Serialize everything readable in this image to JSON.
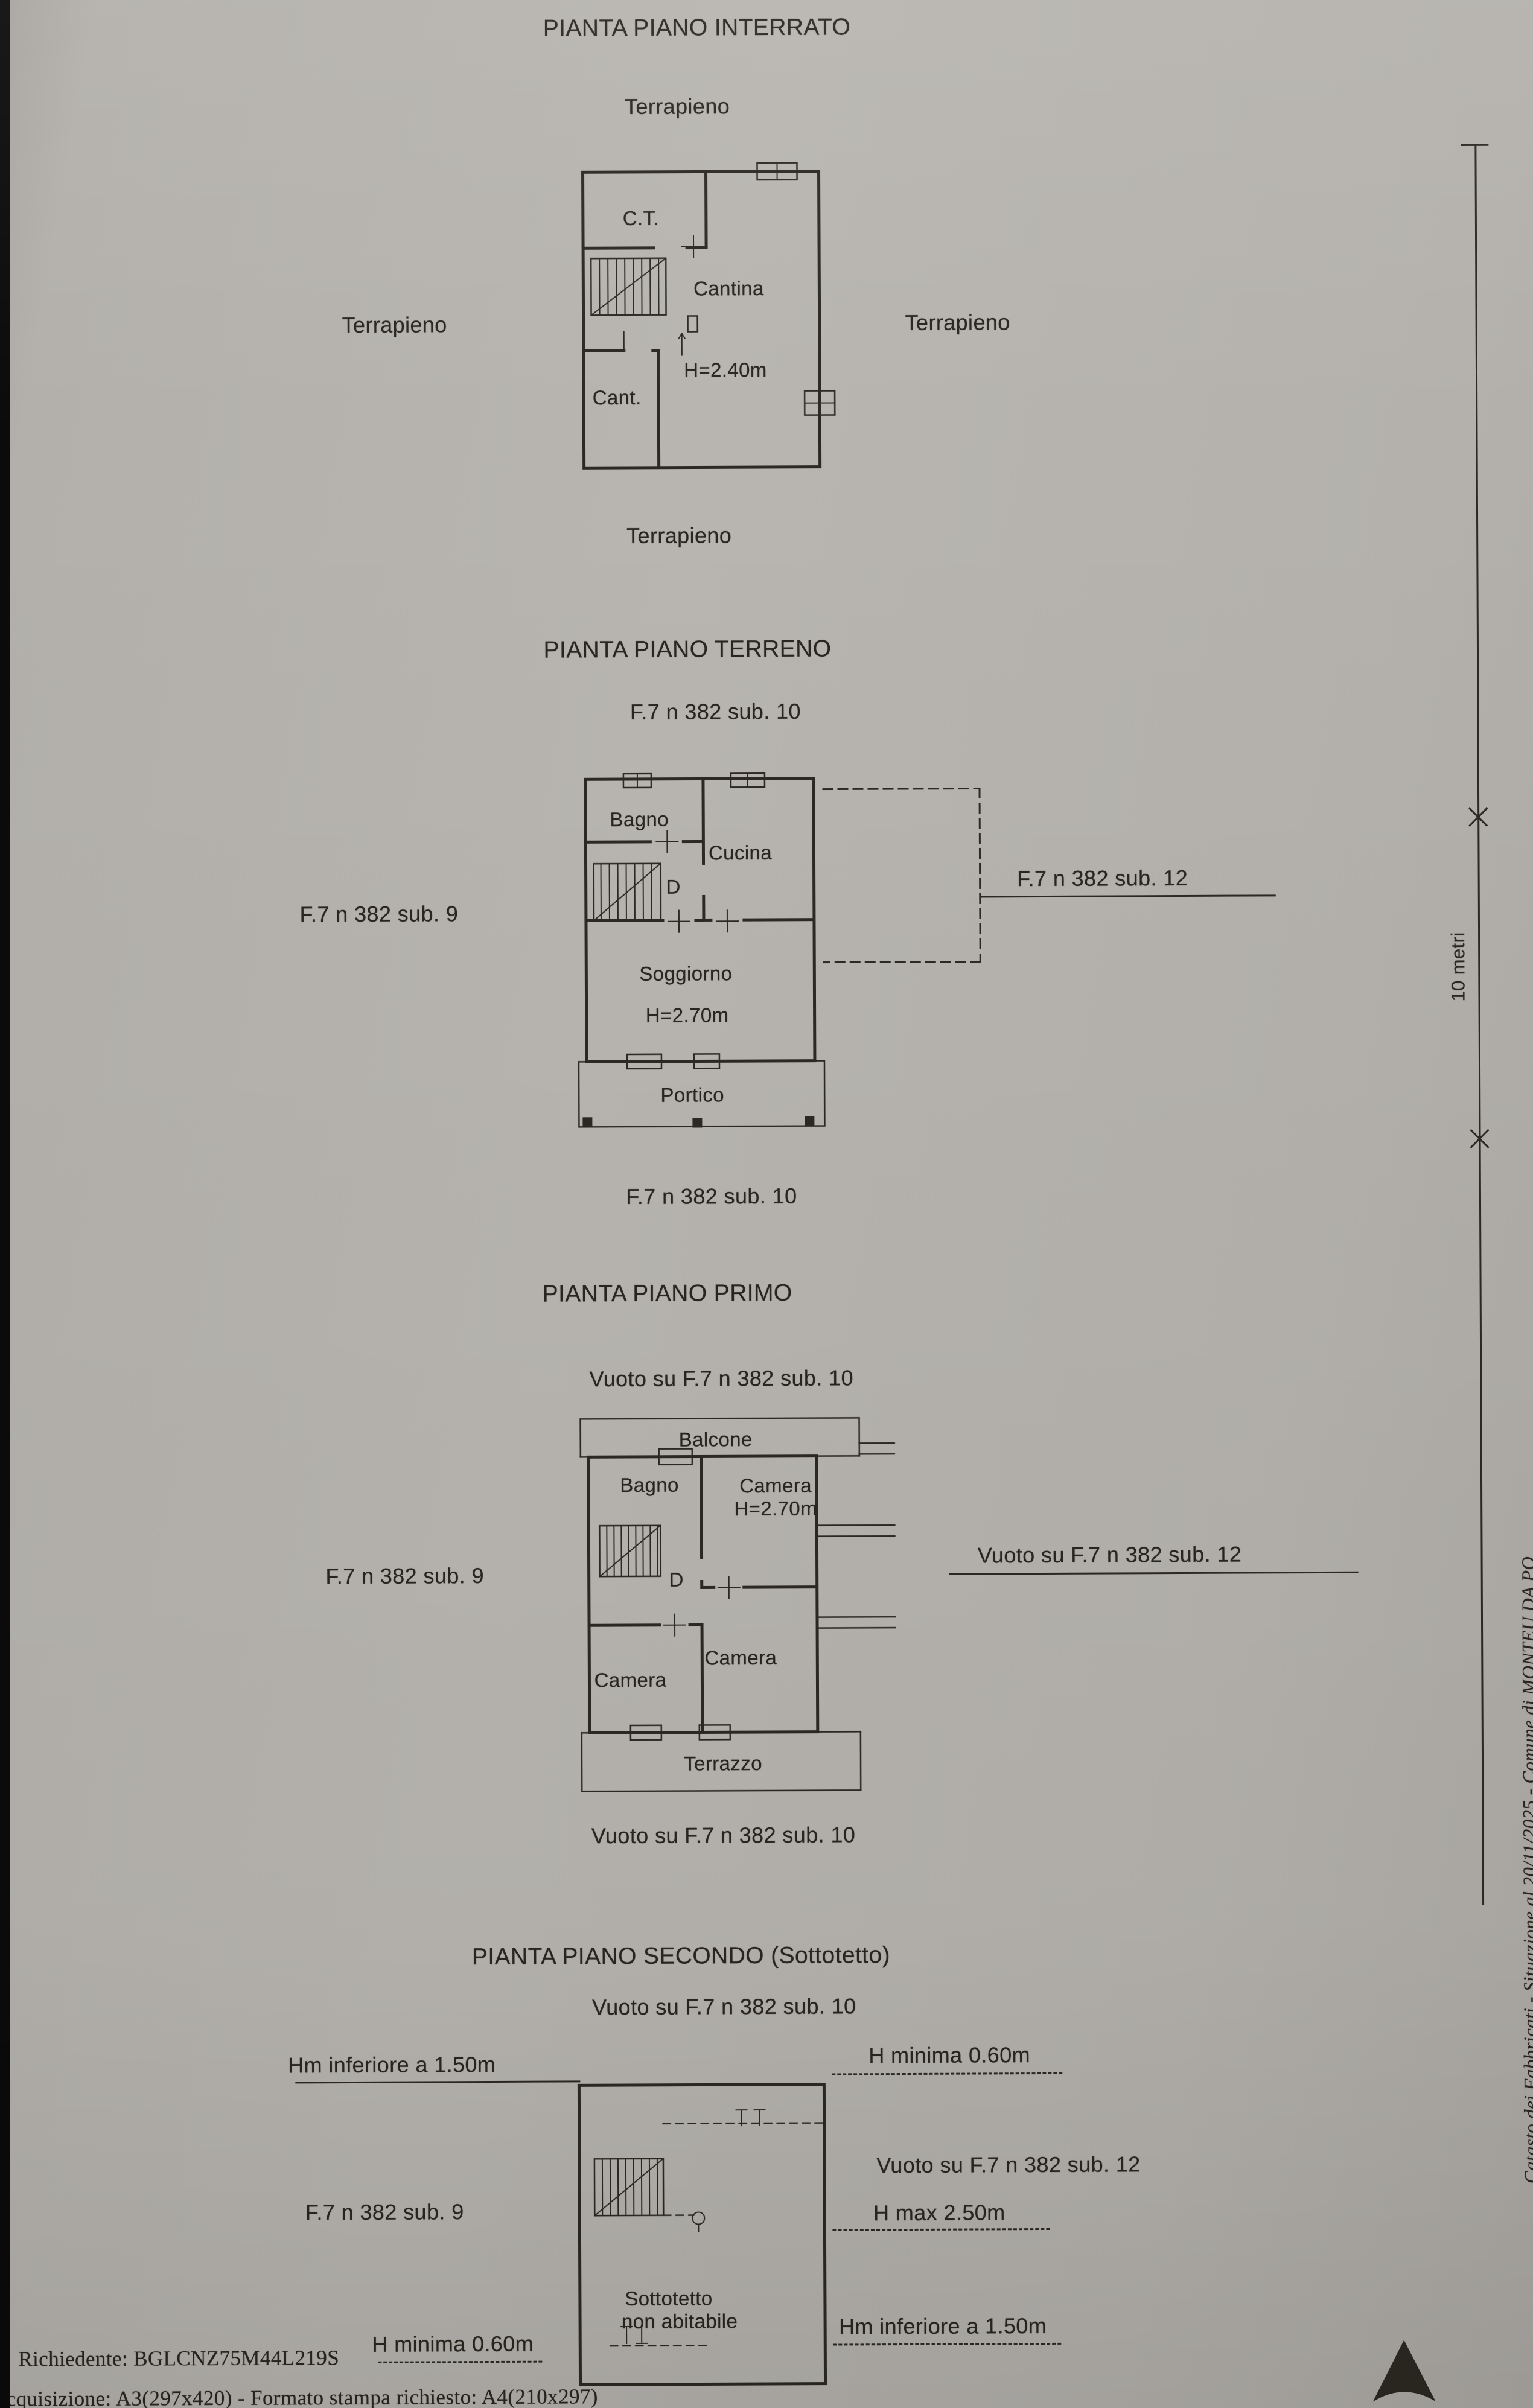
{
  "floors": {
    "interrato": {
      "title": "PIANTA PIANO INTERRATO",
      "terrapieno_top": "Terrapieno",
      "terrapieno_left": "Terrapieno",
      "terrapieno_right": "Terrapieno",
      "terrapieno_bottom": "Terrapieno",
      "room_ct": "C.T.",
      "room_cantina": "Cantina",
      "room_cant": "Cant.",
      "height": "H=2.40m"
    },
    "terreno": {
      "title": "PIANTA PIANO TERRENO",
      "sub10_top": "F.7 n 382 sub. 10",
      "sub9": "F.7 n 382 sub. 9",
      "sub12": "F.7 n 382 sub. 12",
      "sub10_bottom": "F.7 n 382 sub. 10",
      "room_bagno": "Bagno",
      "room_cucina": "Cucina",
      "room_d": "D",
      "room_soggiorno": "Soggiorno",
      "height": "H=2.70m",
      "room_portico": "Portico"
    },
    "primo": {
      "title": "PIANTA PIANO PRIMO",
      "vuoto10_top": "Vuoto su F.7 n 382 sub. 10",
      "sub9": "F.7 n 382 sub. 9",
      "vuoto12": "Vuoto su F.7 n 382 sub. 12",
      "vuoto10_bottom": "Vuoto su F.7 n 382 sub. 10",
      "room_balcone": "Balcone",
      "room_bagno": "Bagno",
      "room_camera_top": "Camera",
      "height": "H=2.70m",
      "room_d": "D",
      "room_camera_mid": "Camera",
      "room_camera_bottom": "Camera",
      "room_terrazzo": "Terrazzo"
    },
    "secondo": {
      "title": "PIANTA PIANO SECONDO (Sottotetto)",
      "vuoto10_top": "Vuoto su F.7 n 382 sub. 10",
      "hm_inf_left": "Hm inferiore a 1.50m",
      "h_minima_right": "H minima 0.60m",
      "vuoto12": "Vuoto su F.7 n 382 sub. 12",
      "h_max": "H max 2.50m",
      "sub9": "F.7 n 382 sub. 9",
      "hm_inf_right": "Hm inferiore a 1.50m",
      "h_minima_left": "H minima 0.60m",
      "room_sottotetto": "Sottotetto",
      "room_non_abitabile": "non abitabile"
    }
  },
  "margin": {
    "scale_label": "10 metri",
    "edge_text": "Catasto dei Fabbricati - Situazione al 20/11/2025 - Comune di MONTEU DA PO"
  },
  "footer": {
    "line1": "Richiedente: BGLCNZ75M44L219S",
    "line2": "cquisizione: A3(297x420)  - Formato stampa richiesto: A4(210x297)"
  }
}
